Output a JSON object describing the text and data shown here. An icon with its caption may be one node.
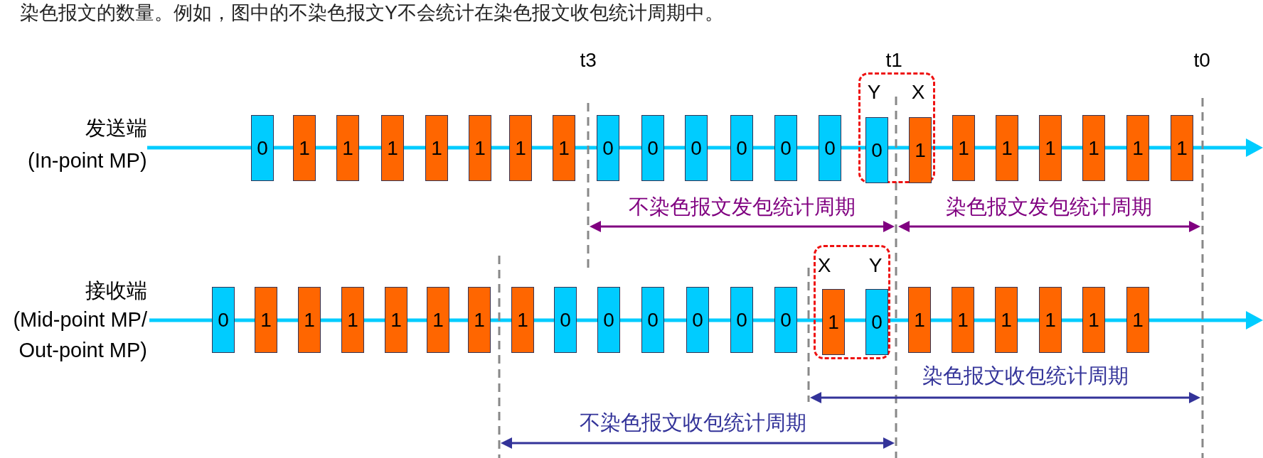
{
  "diagram": {
    "nodes": [
      {
        "text": [
          "0"
        ]
      },
      {
        "text": [
          "1"
        ]
      },
      {
        "text": [
          "1"
        ]
      },
      {
        "text": [
          "1"
        ]
      },
      {
        "text": [
          "1"
        ]
      },
      {
        "text": [
          "1"
        ]
      },
      {
        "text": [
          "1"
        ]
      },
      {
        "text": [
          "1"
        ]
      },
      {
        "text": [
          "0"
        ]
      },
      {
        "text": [
          "0"
        ]
      },
      {
        "text": [
          "0"
        ]
      },
      {
        "text": [
          "0"
        ]
      },
      {
        "text": [
          "0"
        ]
      },
      {
        "text": [
          "0"
        ]
      },
      {
        "text": [
          "Y",
          "X"
        ]
      },
      {
        "text": [
          "0"
        ],
        "in": 14
      },
      {
        "text": [
          "1"
        ],
        "in": 14
      },
      {
        "text": [
          "1"
        ]
      },
      {
        "text": [
          "1"
        ]
      },
      {
        "text": [
          "1"
        ]
      },
      {
        "text": [
          "1"
        ]
      },
      {
        "text": [
          "1"
        ]
      },
      {
        "text": [
          "1"
        ]
      },
      {
        "text": [
          "0"
        ]
      },
      {
        "text": [
          "1"
        ]
      },
      {
        "text": [
          "1"
        ]
      },
      {
        "text": [
          "1"
        ]
      },
      {
        "text": [
          "1"
        ]
      },
      {
        "text": [
          "1"
        ]
      },
      {
        "text": [
          "1"
        ]
      },
      {
        "text": [
          "1"
        ]
      },
      {
        "text": [
          "0"
        ]
      },
      {
        "text": [
          "0"
        ]
      },
      {
        "text": [
          "0"
        ]
      },
      {
        "text": [
          "0"
        ]
      },
      {
        "text": [
          "0"
        ]
      },
      {
        "text": [
          "0"
        ]
      },
      {
        "text": [
          "X",
          "Y"
        ]
      },
      {
        "text": [
          "1"
        ],
        "in": 37
      },
      {
        "text": [
          "0"
        ],
        "in": 37
      },
      {
        "text": [
          "1"
        ]
      },
      {
        "text": [
          "1"
        ]
      },
      {
        "text": [
          "1"
        ]
      },
      {
        "text": [
          "1"
        ]
      },
      {
        "text": [
          "1"
        ]
      },
      {
        "text": [
          "1"
        ]
      }
    ],
    "edges": [],
    "labels": [
      "染色报文的数量。例如，图中的不染色报文Y不会统计在染色报文收包统计周期中。",
      "t3",
      "t1",
      "t0",
      "发送端",
      "(In-point MP)",
      "不染色报文发包统计周期",
      "染色报文发包统计周期",
      "接收端",
      "(Mid-point MP/ Out-point MP)",
      "染色报文收包统计周期",
      "不染色报文收包统计周期"
    ]
  }
}
